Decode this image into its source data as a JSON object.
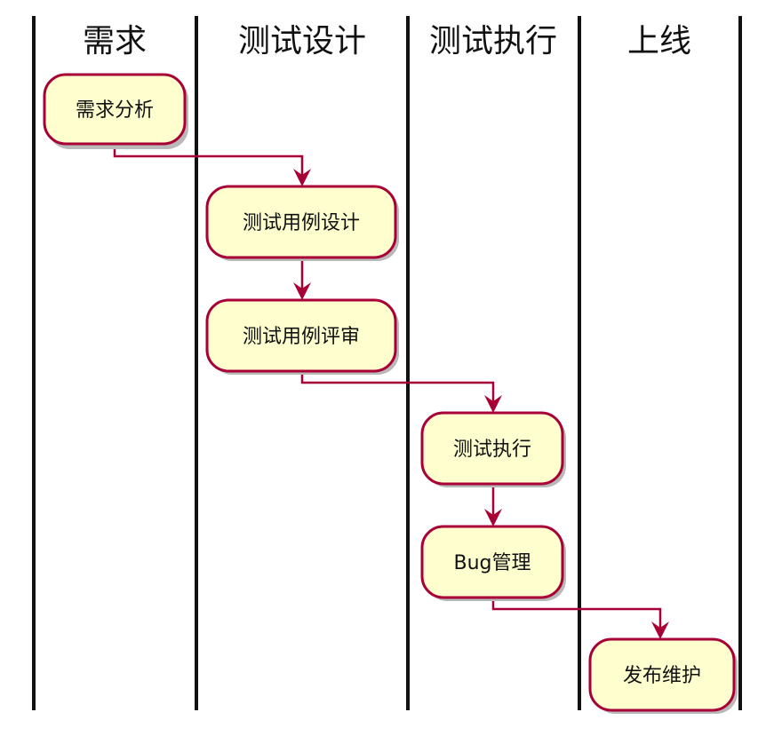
{
  "lanes": [
    {
      "id": "requirements",
      "title": "需求"
    },
    {
      "id": "test-design",
      "title": "测试设计"
    },
    {
      "id": "test-execution",
      "title": "测试执行"
    },
    {
      "id": "release",
      "title": "上线"
    }
  ],
  "nodes": [
    {
      "id": "n1",
      "lane": "requirements",
      "label": "需求分析"
    },
    {
      "id": "n2",
      "lane": "test-design",
      "label": "测试用例设计"
    },
    {
      "id": "n3",
      "lane": "test-design",
      "label": "测试用例评审"
    },
    {
      "id": "n4",
      "lane": "test-execution",
      "label": "测试执行"
    },
    {
      "id": "n5",
      "lane": "test-execution",
      "label": "Bug管理"
    },
    {
      "id": "n6",
      "lane": "release",
      "label": "发布维护"
    }
  ],
  "edges": [
    {
      "from": "n1",
      "to": "n2"
    },
    {
      "from": "n2",
      "to": "n3"
    },
    {
      "from": "n3",
      "to": "n4"
    },
    {
      "from": "n4",
      "to": "n5"
    },
    {
      "from": "n5",
      "to": "n6"
    }
  ],
  "colors": {
    "node_fill": "#fefece",
    "node_border": "#a80036",
    "edge": "#a80036",
    "lane_line": "#111111"
  }
}
